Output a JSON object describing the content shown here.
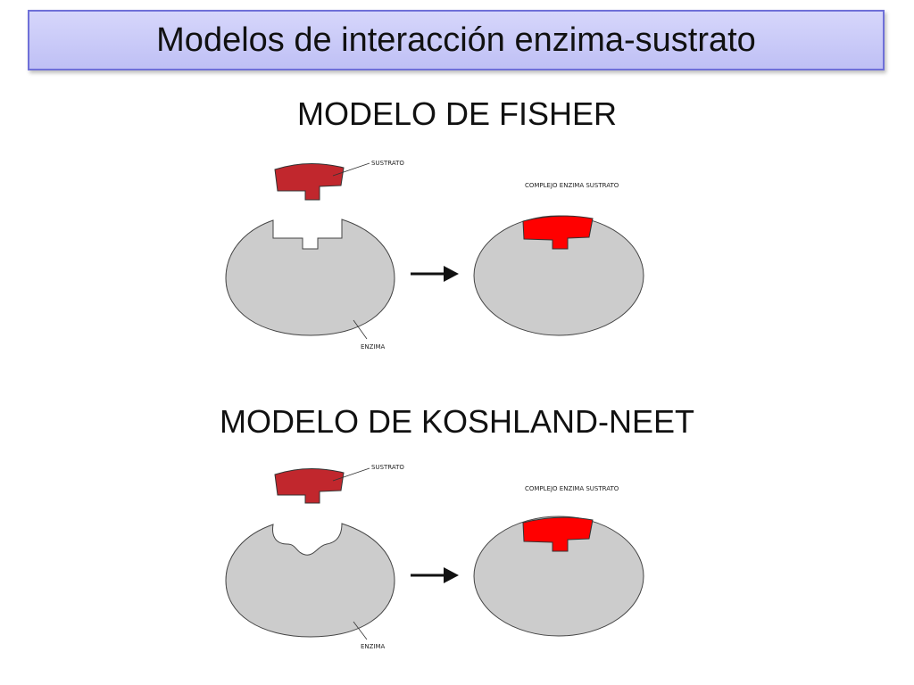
{
  "slide": {
    "title": "Modelos de interacción enzima-sustrato"
  },
  "fisher": {
    "heading": "MODELO DE FISHER",
    "substrate_label": "SUSTRATO",
    "enzyme_label": "ENZIMA",
    "complex_label": "COMPLEJO ENZIMA SUSTRATO"
  },
  "koshland": {
    "heading": "MODELO DE KOSHLAND-NEET",
    "substrate_label": "SUSTRATO",
    "enzyme_label": "ENZIMA",
    "complex_label": "COMPLEJO ENZIMA SUSTRATO"
  },
  "colors": {
    "enzyme_fill": "#cccccc",
    "substrate_fill": "#c1272d",
    "complex_substrate_fill": "#ff0000",
    "title_bg": "#c8c9f8",
    "title_border": "#6f70d8"
  }
}
